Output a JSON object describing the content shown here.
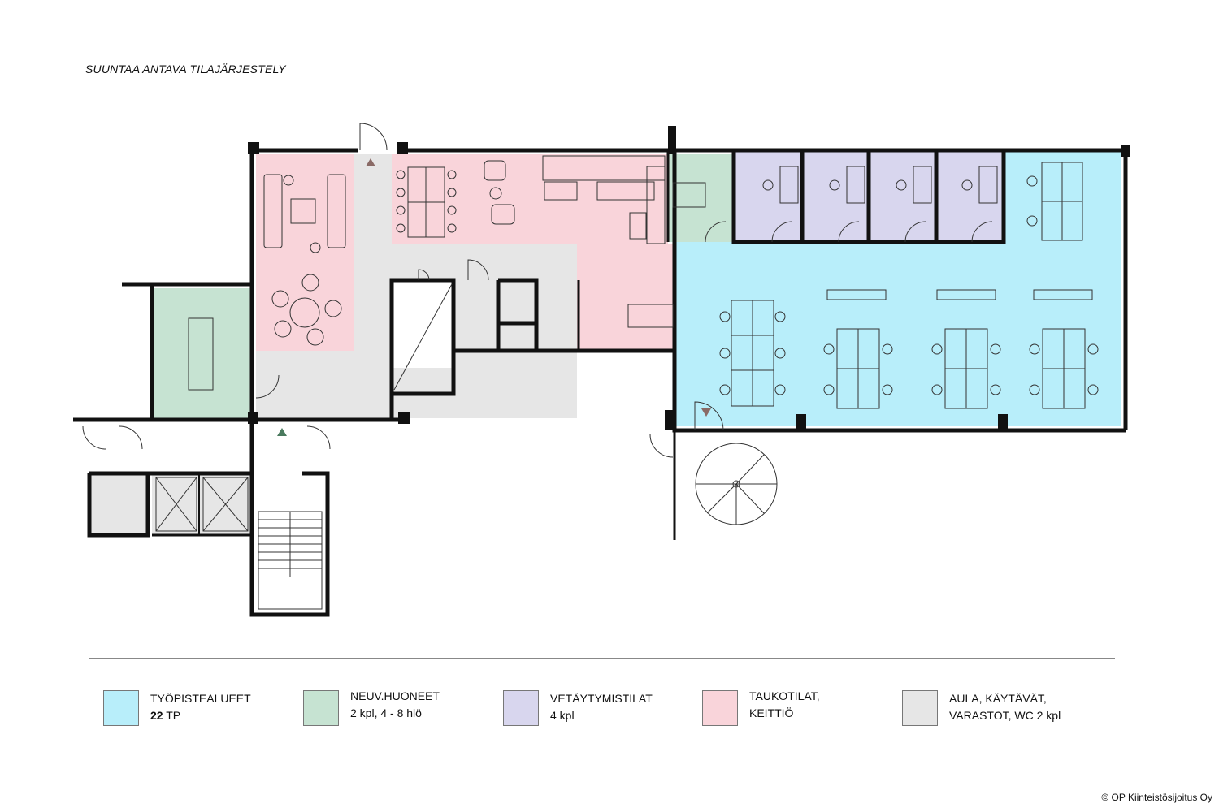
{
  "title": "SUUNTAA ANTAVA TILAJÄRJESTELY",
  "colors": {
    "workstation": "#b8eefa",
    "meeting": "#c6e3d2",
    "retreat": "#d8d6ee",
    "break": "#f9d4da",
    "lobby": "#e6e6e6",
    "wall": "#111111"
  },
  "legend": [
    {
      "line1": "TYÖPISTEALUEET",
      "line2_bold": "22",
      "line2": " TP",
      "color": "#b8eefa"
    },
    {
      "line1": "NEUV.HUONEET",
      "line2": "2 kpl, 4 - 8 hlö",
      "color": "#c6e3d2"
    },
    {
      "line1": "VETÄYTYMISTILAT",
      "line2": "4 kpl",
      "color": "#d8d6ee"
    },
    {
      "line1": "TAUKOTILAT,",
      "line2": "KEITTIÖ",
      "color": "#f9d4da"
    },
    {
      "line1": "AULA, KÄYTÄVÄT,",
      "line2": "VARASTOT, WC 2 kpl",
      "color": "#e6e6e6"
    }
  ],
  "copyright": "© OP Kiinteistösijoitus Oy"
}
